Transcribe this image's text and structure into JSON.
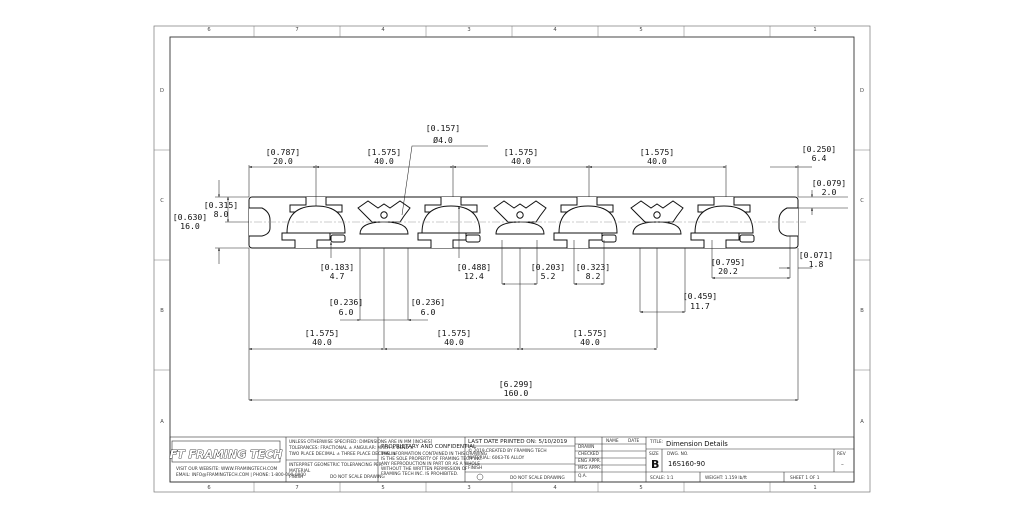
{
  "zones": {
    "top": [
      "6",
      "7",
      "4",
      "3",
      "4",
      "5",
      "1"
    ],
    "bottom": [
      "6",
      "7",
      "5",
      "3",
      "4",
      "5",
      "1"
    ],
    "left": [
      "D",
      "C",
      "B",
      "A"
    ],
    "right": [
      "D",
      "C",
      "B",
      "A"
    ]
  },
  "dimensions": [
    {
      "inch": "[0.787]",
      "mm": "20.0"
    },
    {
      "inch": "[1.575]",
      "mm": "40.0"
    },
    {
      "inch": "[0.157]",
      "mm": "Ø4.0"
    },
    {
      "inch": "[1.575]",
      "mm": "40.0"
    },
    {
      "inch": "[1.575]",
      "mm": "40.0"
    },
    {
      "inch": "[0.250]",
      "mm": "6.4"
    },
    {
      "inch": "[0.079]",
      "mm": "2.0"
    },
    {
      "inch": "[0.315]",
      "mm": "8.0"
    },
    {
      "inch": "[0.630]",
      "mm": "16.0"
    },
    {
      "inch": "[0.183]",
      "mm": "4.7"
    },
    {
      "inch": "[0.488]",
      "mm": "12.4"
    },
    {
      "inch": "[0.203]",
      "mm": "5.2"
    },
    {
      "inch": "[0.323]",
      "mm": "8.2"
    },
    {
      "inch": "[0.795]",
      "mm": "20.2"
    },
    {
      "inch": "[0.071]",
      "mm": "1.8"
    },
    {
      "inch": "[0.236]",
      "mm": "6.0"
    },
    {
      "inch": "[0.236]",
      "mm": "6.0"
    },
    {
      "inch": "[0.459]",
      "mm": "11.7"
    },
    {
      "inch": "[1.575]",
      "mm": "40.0"
    },
    {
      "inch": "[1.575]",
      "mm": "40.0"
    },
    {
      "inch": "[1.575]",
      "mm": "40.0"
    },
    {
      "inch": "[6.299]",
      "mm": "160.0"
    }
  ],
  "title_block": {
    "logo": "FT FRAMING TECH",
    "logo_contact_1": "VISIT OUR WEBSITE: WWW.FRAMINGTECH.COM",
    "logo_contact_2": "EMAIL: INFO@FRAMINGTECH.COM | PHONE: 1-800-000-0000",
    "notes_heading": "UNLESS OTHERWISE SPECIFIED: DIMENSIONS ARE IN MM [INCHES]",
    "notes_line_1": "TOLERANCES: FRACTIONAL ±  ANGULAR: MACH ± BEND ±",
    "notes_line_2": "TWO PLACE DECIMAL ±  THREE PLACE DECIMAL ±",
    "notes_line_3": "INTERPRET GEOMETRIC TOLERANCING PER:",
    "notes_line_4": "MATERIAL",
    "notes_line_5": "FINISH",
    "scale_note": "DO NOT SCALE DRAWING",
    "proprietary_heading": "PROPRIETARY AND CONFIDENTIAL",
    "proprietary_1": "THE INFORMATION CONTAINED IN THIS DRAWING",
    "proprietary_2": "IS THE SOLE PROPERTY OF FRAMING TECH INC.",
    "proprietary_3": "ANY REPRODUCTION IN PART OR AS A WHOLE",
    "proprietary_4": "WITHOUT THE WRITTEN PERMISSION OF",
    "proprietary_5": "FRAMING TECH INC. IS PROHIBITED.",
    "last_date_printed": "LAST DATE PRINTED ON: 5/10/2019",
    "copyright_1": "© 2019 CREATED BY FRAMING TECH",
    "material": "MATERIAL: 6063-T6 ALLOY",
    "finish": "FINISH",
    "do_not_scale": "DO NOT SCALE DRAWING",
    "drawn": "DRAWN",
    "checked": "CHECKED",
    "eng_appr": "ENG APPR.",
    "mfg_appr": "MFG APPR.",
    "qa": "Q.A.",
    "name_label": "NAME",
    "date_label": "DATE",
    "title_label": "TITLE:",
    "title_value": "Dimension Details",
    "size_label": "SIZE",
    "size_value": "B",
    "dwg_no_label": "DWG. NO.",
    "dwg_no_value": "16S160-90",
    "rev_label": "REV",
    "rev_value": "–",
    "scale": "SCALE: 1:1",
    "weight": "WEIGHT: 1.159 lb/ft",
    "sheet": "SHEET 1 OF 1"
  }
}
